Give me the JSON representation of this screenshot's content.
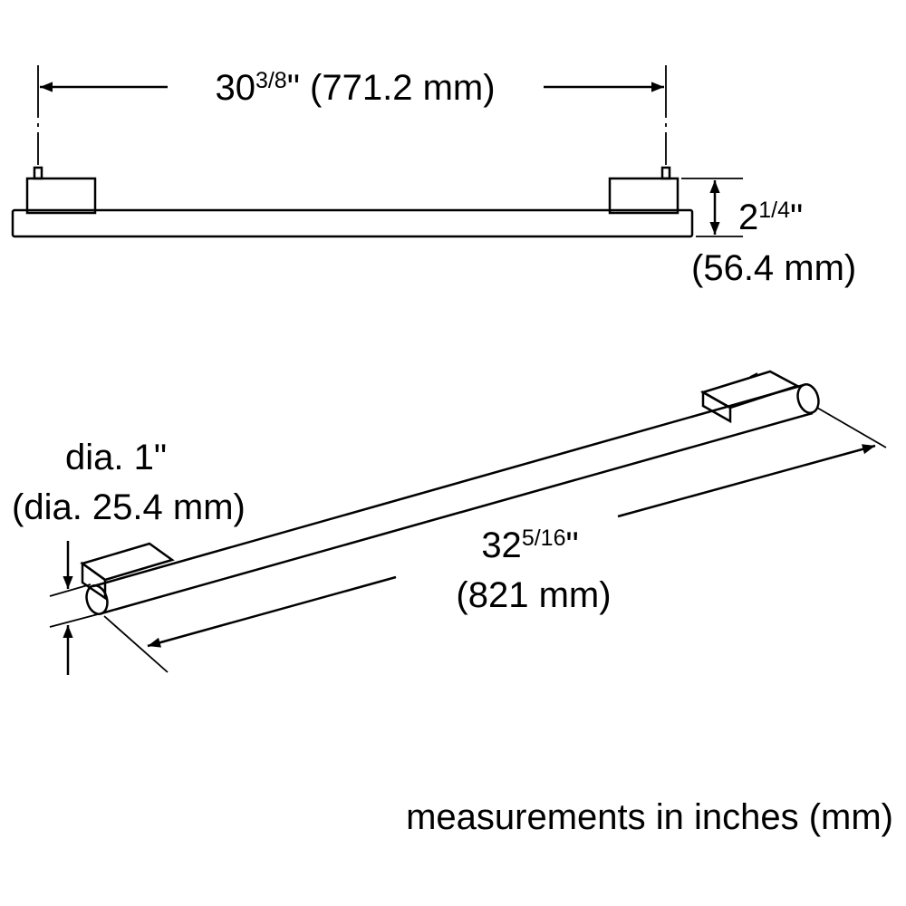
{
  "colors": {
    "line": "#000000",
    "background": "#ffffff"
  },
  "top_view": {
    "width_whole": "30",
    "width_frac": "3/8",
    "width_mm": "\" (771.2 mm)",
    "height_whole": "2",
    "height_frac": "1/4",
    "height_unit": "\"",
    "height_mm": "(56.4 mm)"
  },
  "iso_view": {
    "dia_in": "dia. 1\"",
    "dia_mm": "(dia. 25.4 mm)",
    "length_whole": "32",
    "length_frac": "5/16",
    "length_unit": "\"",
    "length_mm": "(821 mm)"
  },
  "footer": {
    "note": "measurements in inches (mm)"
  }
}
